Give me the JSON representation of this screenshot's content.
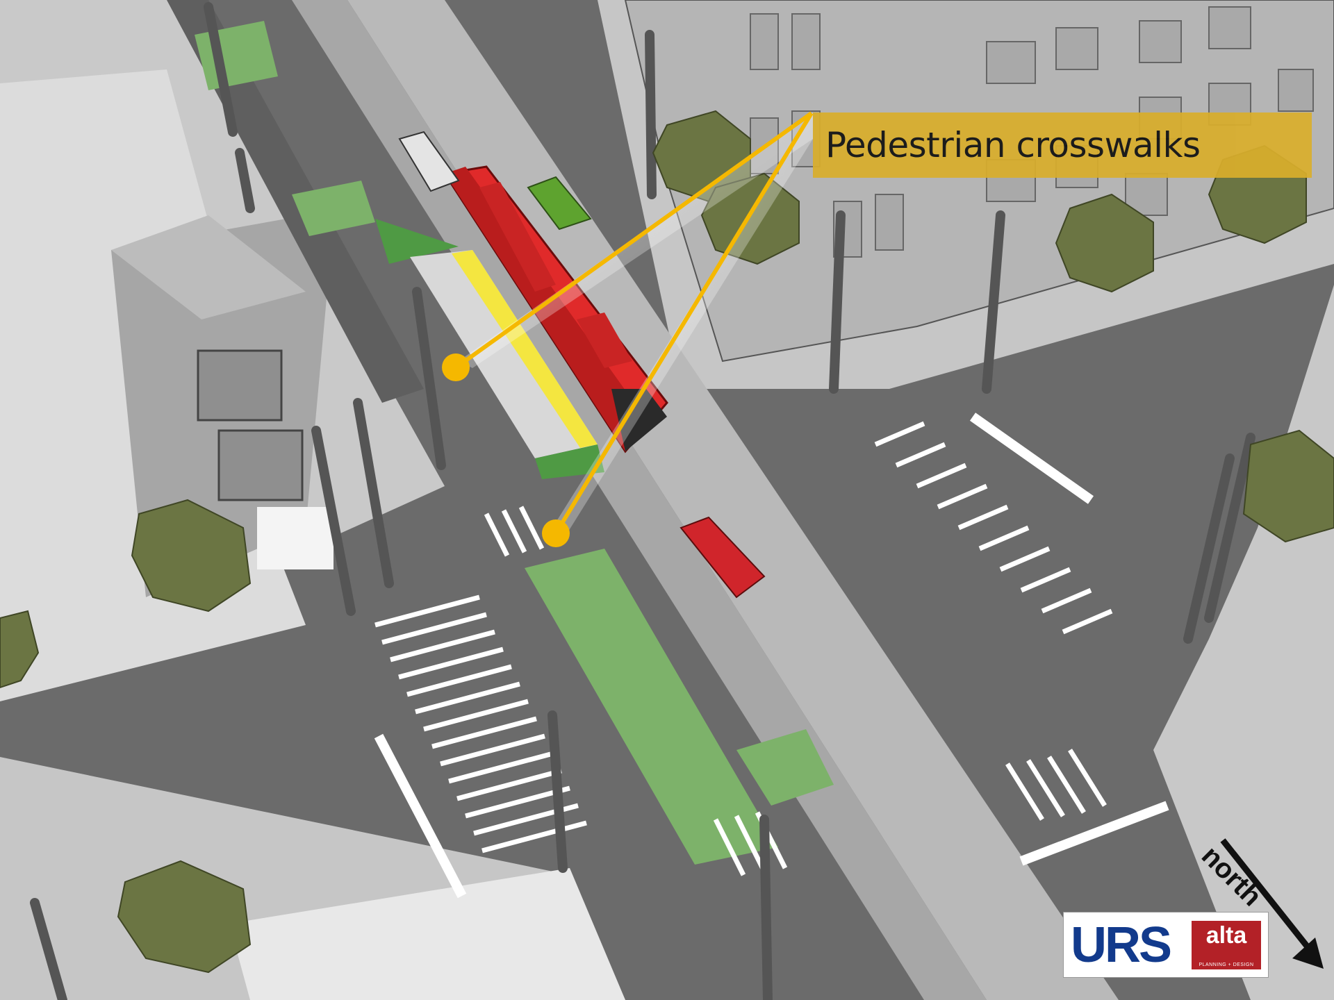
{
  "callout": {
    "label": "Pedestrian crosswalks",
    "color": "#f5b800"
  },
  "logo": {
    "left": "URS",
    "right": "alta",
    "right_sub": "PLANNING + DESIGN"
  },
  "compass": {
    "label": "north"
  },
  "colors": {
    "road": "#6b6b6b",
    "sidewalk": "#c8c8c8",
    "bike_lane": "#7db26a",
    "streetcar": "#e02a2a",
    "tree": "#6b7543",
    "marking": "#ffffff",
    "accent_yellow": "#f4e640"
  }
}
